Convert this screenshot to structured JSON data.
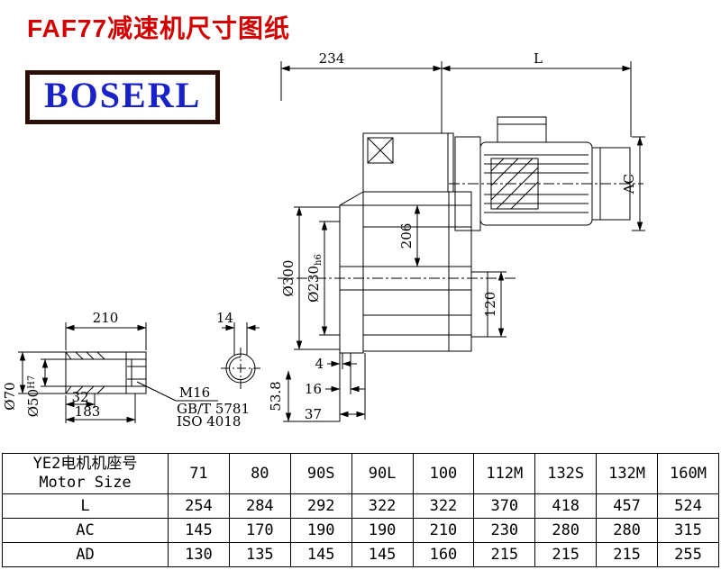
{
  "page": {
    "title": "FAF77减速机尺寸图纸",
    "logo_text": "BOSERL"
  },
  "drawing": {
    "dim_234": "234",
    "dim_L": "L",
    "dim_AC": "AC",
    "dim_206": "206",
    "dim_flange_od": "Ø300",
    "dim_spigot": "Ø230",
    "dim_spigot_tol": "h6",
    "dim_120": "120",
    "dim_210": "210",
    "dim_14": "14",
    "dim_32": "32",
    "dim_183": "183",
    "dim_shaft_od": "Ø70",
    "dim_bore": "Ø50",
    "dim_bore_tol": "H7",
    "thread_label": "M16",
    "standard_gb": "GB/T 5781",
    "standard_iso": "ISO 4018",
    "dim_4": "4",
    "dim_16": "16",
    "dim_37": "37",
    "dim_53_8": "53.8"
  },
  "table": {
    "header_cn": "YE2电机机座号",
    "header_en": "Motor Size",
    "columns": [
      "71",
      "80",
      "90S",
      "90L",
      "100",
      "112M",
      "132S",
      "132M",
      "160M"
    ],
    "rows": [
      {
        "label": "L",
        "values": [
          "254",
          "284",
          "292",
          "322",
          "322",
          "370",
          "418",
          "457",
          "524"
        ]
      },
      {
        "label": "AC",
        "values": [
          "145",
          "170",
          "190",
          "190",
          "210",
          "230",
          "280",
          "280",
          "315"
        ]
      },
      {
        "label": "AD",
        "values": [
          "130",
          "135",
          "145",
          "145",
          "160",
          "215",
          "215",
          "215",
          "255"
        ]
      }
    ]
  },
  "colors": {
    "title_red": "#d40000",
    "logo_blue": "#1822c8",
    "logo_border": "#2a0e08",
    "line_black": "#000000"
  }
}
